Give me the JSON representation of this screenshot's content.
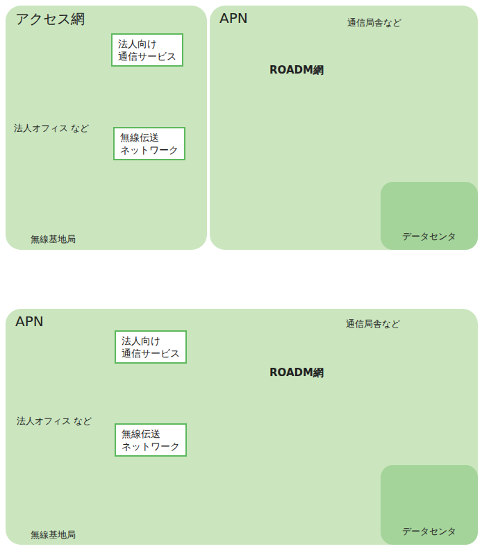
{
  "diagram": {
    "nodes": [
      {
        "text": [
          "アクセス網"
        ]
      },
      {
        "text": [
          "法人向け 通信サービス"
        ],
        "in": 0
      },
      {
        "text": [
          "無線伝送 ネットワーク"
        ],
        "in": 0
      },
      {
        "text": [
          "APN"
        ]
      },
      {
        "text": [
          "データセンタ"
        ],
        "in": 3
      },
      {
        "text": [
          "APN"
        ]
      },
      {
        "text": [
          "法人向け 通信サービス"
        ],
        "in": 5
      },
      {
        "text": [
          "無線伝送 ネットワーク"
        ],
        "in": 5
      },
      {
        "text": [
          "データセンタ"
        ],
        "in": 5
      }
    ],
    "labels": [
      "法人オフィス など",
      "無線基地局",
      "通信局舎など",
      "ROADM網",
      "通信局舎など",
      "ROADM網",
      "法人オフィス など",
      "無線基地局"
    ]
  }
}
